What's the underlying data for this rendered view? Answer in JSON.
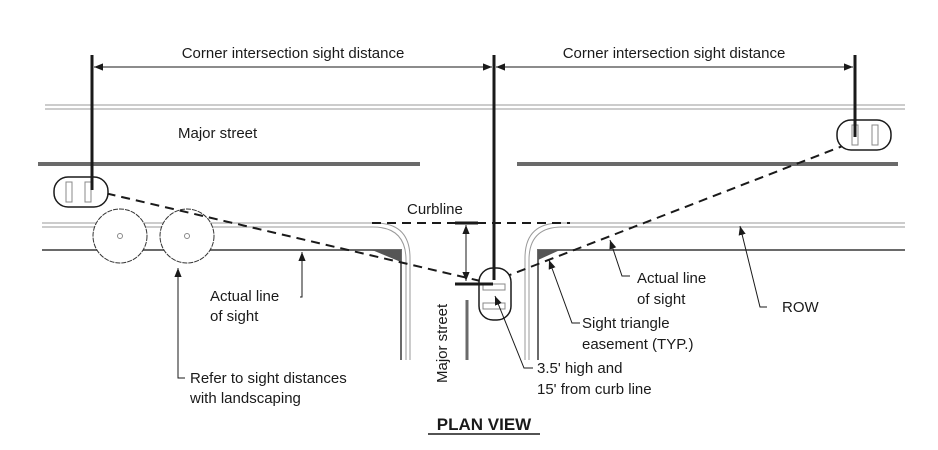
{
  "diagram": {
    "title": "PLAN VIEW",
    "dimension_left": "Corner intersection sight distance",
    "dimension_right": "Corner intersection sight distance",
    "major_street_horizontal": "Major street",
    "major_street_vertical": "Major street",
    "curbline": "Curbline",
    "actual_line_left": [
      "Actual line",
      "of sight"
    ],
    "actual_line_right": [
      "Actual line",
      "of sight"
    ],
    "landscaping_note": [
      "Refer to sight distances",
      "with landscaping"
    ],
    "sight_triangle": [
      "Sight triangle",
      "easement (TYP.)"
    ],
    "driver_eye": [
      "3.5' high and",
      "15' from curb line"
    ],
    "row": "ROW"
  },
  "colors": {
    "ink": "#1a1a1a",
    "road_edge": "#9a9a9a",
    "centerline": "#6a6a6a",
    "easement_fill": "#555555"
  }
}
